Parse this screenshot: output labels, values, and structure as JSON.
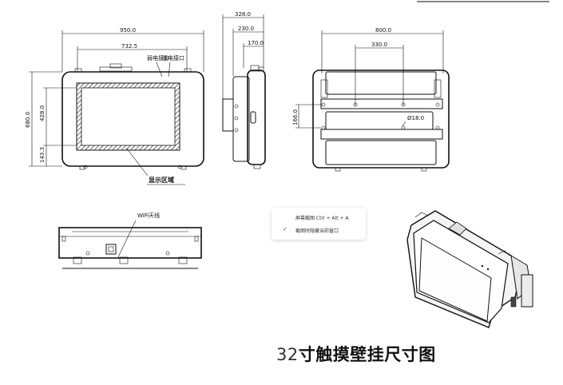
{
  "front_view": {
    "width_overall": "950.0",
    "width_inner": "732.5",
    "height_overall": "680.0",
    "height_inner": "428.0",
    "offset_bottom": "143.3",
    "label_top_left": "弱电接口",
    "label_top_right": "强电接口",
    "display_area_label": "显示区域"
  },
  "side_view": {
    "depth_overall": "328.0",
    "depth_mid": "230.0",
    "depth_inner": "170.0"
  },
  "back_view": {
    "width_overall": "800.0",
    "hole_spacing": "330.0",
    "height_mount": "166.0",
    "hole_diameter": "Ø18.0"
  },
  "bottom_view": {
    "wifi_label": "WiFi天线"
  },
  "context_menu": {
    "item_screenshot": "屏幕截图 Ctrl + Alt + A",
    "item_hide_window": "截图时隐藏当前窗口",
    "check_glyph": "✓"
  },
  "caption": {
    "number": "32",
    "text": "寸触摸壁挂尺寸图"
  }
}
